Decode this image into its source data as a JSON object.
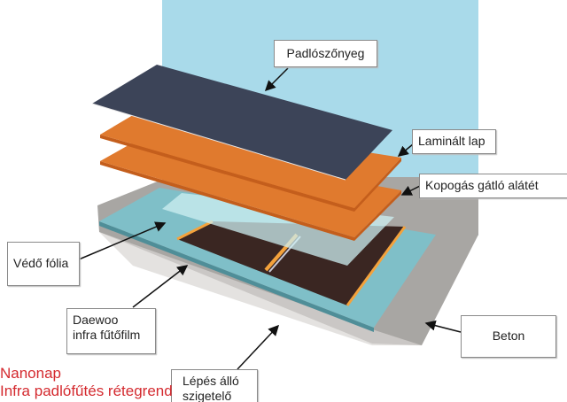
{
  "labels": {
    "carpet": "Padlószőnyeg",
    "laminate": "Laminált lap",
    "underlay": "Kopogás gátló alátét",
    "foil": "Védő fólia",
    "film_line1": "Daewoo",
    "film_line2": "infra fűtőfilm",
    "concrete": "Beton",
    "insulation_line1": "Lépés álló",
    "insulation_line2": "szigetelő"
  },
  "title": {
    "line1": "Nanonap",
    "line2": "Infra padlófűtés rétegrend"
  },
  "colors": {
    "title": "#d42a2f",
    "wall": "#a9daea",
    "carpet": "#3c4458",
    "laminate": "#e07a2e",
    "insulation": "#7fbfc8",
    "concrete": "#a8a6a3",
    "film": "#3a2622"
  }
}
